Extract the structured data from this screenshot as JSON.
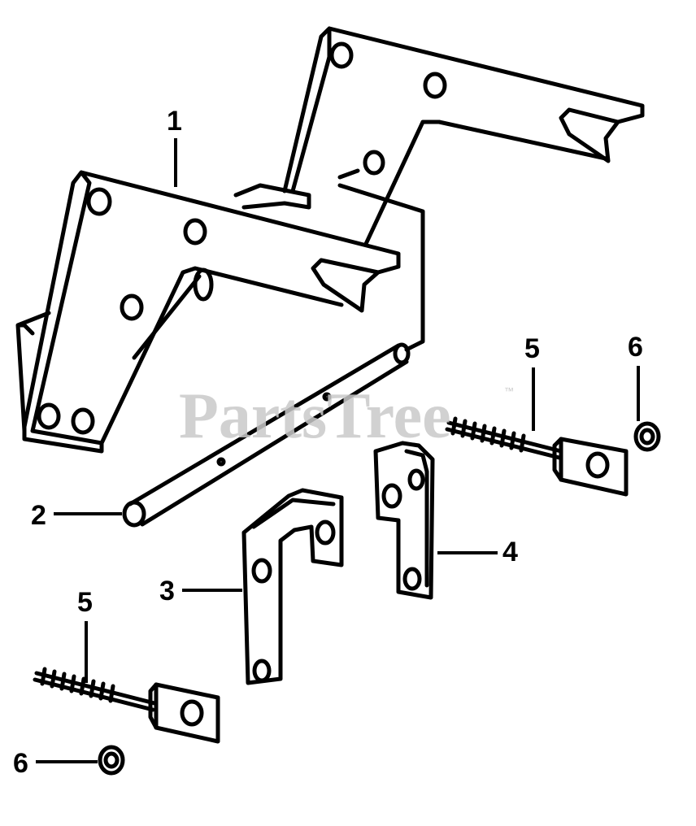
{
  "watermark": {
    "text": "PartsTree",
    "trademark": "™"
  },
  "callouts": {
    "c1": "1",
    "c2": "2",
    "c3": "3",
    "c4": "4",
    "c5a": "5",
    "c5b": "5",
    "c6a": "6",
    "c6b": "6"
  }
}
